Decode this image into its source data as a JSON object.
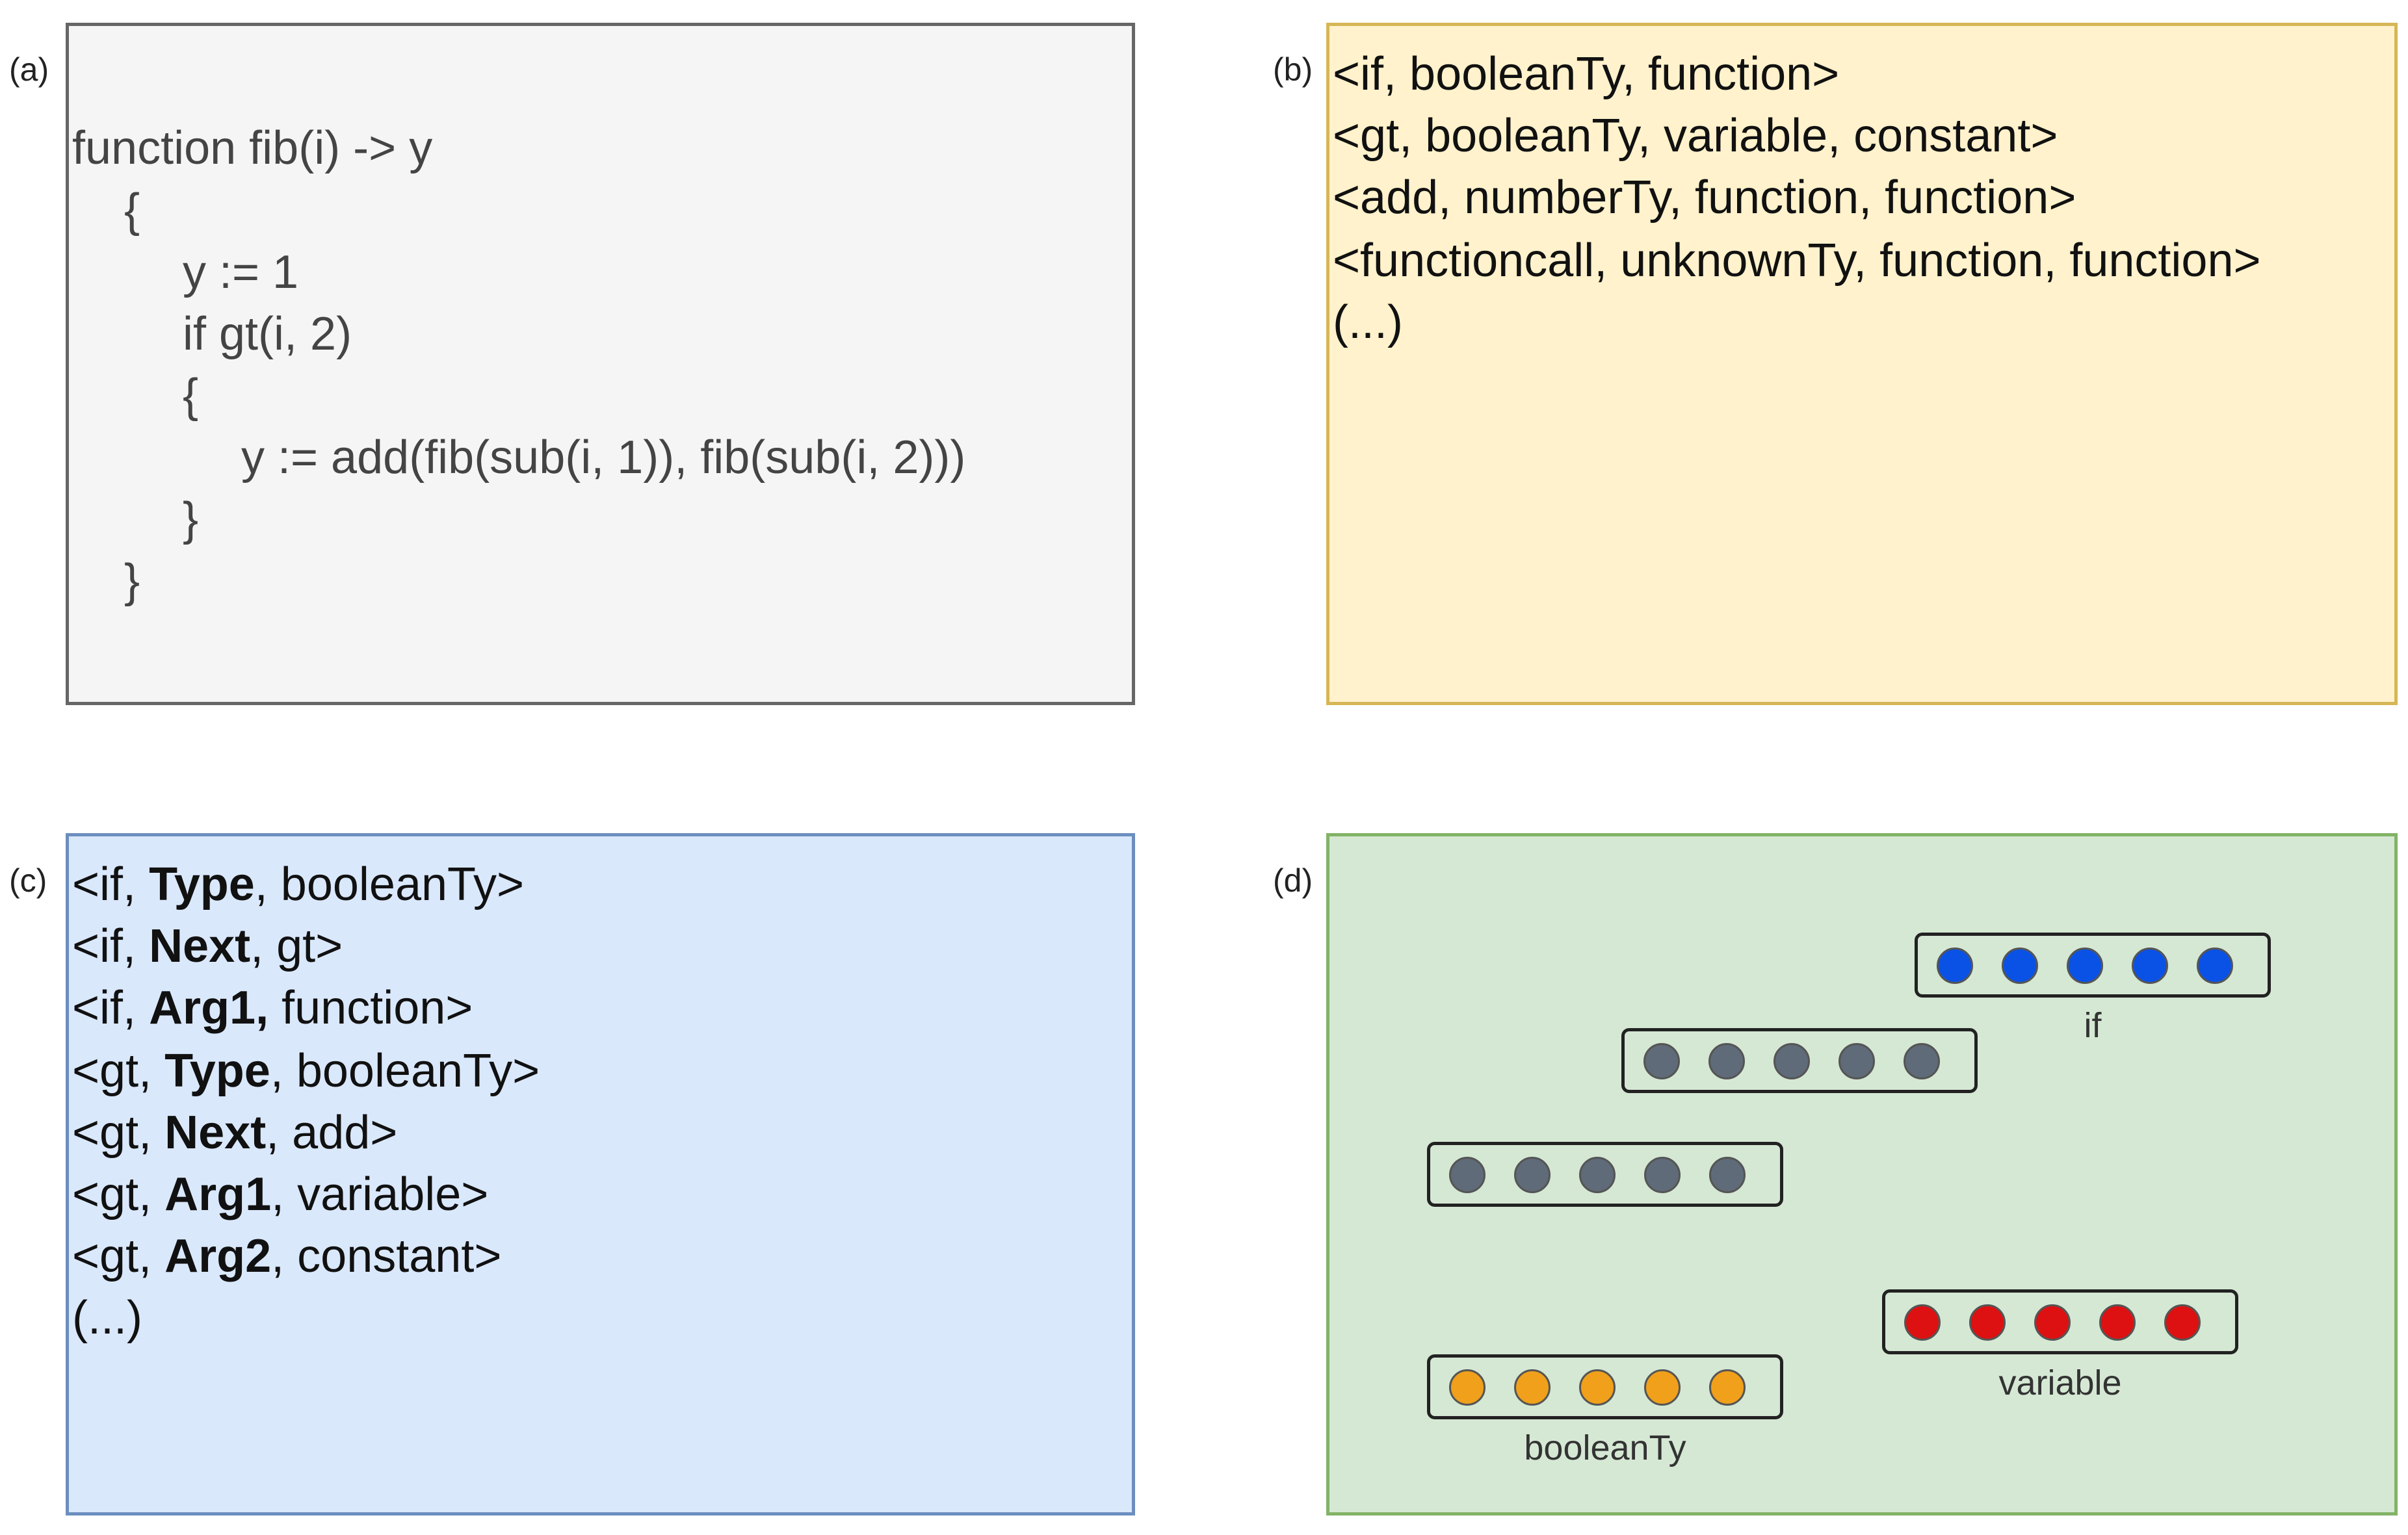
{
  "panels": {
    "a": {
      "label": "(a)",
      "code_lines": [
        "function fib(i) -> y",
        "{",
        "y := 1",
        "if gt(i, 2)",
        "{",
        "y := add(fib(sub(i, 1)), fib(sub(i, 2)))",
        "}",
        "}"
      ]
    },
    "b": {
      "label": "(b)",
      "lines": [
        "<if, booleanTy, function>",
        "<gt, booleanTy, variable, constant>",
        "<add, numberTy, function, function>",
        "<functioncall, unknownTy, function, function>",
        "(...)"
      ]
    },
    "c": {
      "label": "(c)",
      "rows": [
        {
          "pre": "<if, ",
          "bold": "Type",
          "post": ", booleanTy>"
        },
        {
          "pre": "<if, ",
          "bold": "Next",
          "post": ", gt>"
        },
        {
          "pre": "<if, ",
          "bold": "Arg1,",
          "post": " function>"
        },
        {
          "pre": "<gt, ",
          "bold": "Type",
          "post": ", booleanTy>"
        },
        {
          "pre": "<gt, ",
          "bold": "Next",
          "post": ", add>"
        },
        {
          "pre": "<gt, ",
          "bold": "Arg1",
          "post": ", variable>"
        },
        {
          "pre": "<gt, ",
          "bold": "Arg2",
          "post": ", constant>"
        },
        {
          "pre": "(...)",
          "bold": "",
          "post": ""
        }
      ]
    },
    "d": {
      "label": "(d)",
      "vectors": [
        {
          "caption": "if",
          "color": "#0a52e6",
          "dots": 5
        },
        {
          "caption": "",
          "color": "#5f6b78",
          "dots": 5
        },
        {
          "caption": "",
          "color": "#5f6b78",
          "dots": 5
        },
        {
          "caption": "variable",
          "color": "#dd1111",
          "dots": 5
        },
        {
          "caption": "booleanTy",
          "color": "#f0a01a",
          "dots": 5
        }
      ]
    }
  }
}
